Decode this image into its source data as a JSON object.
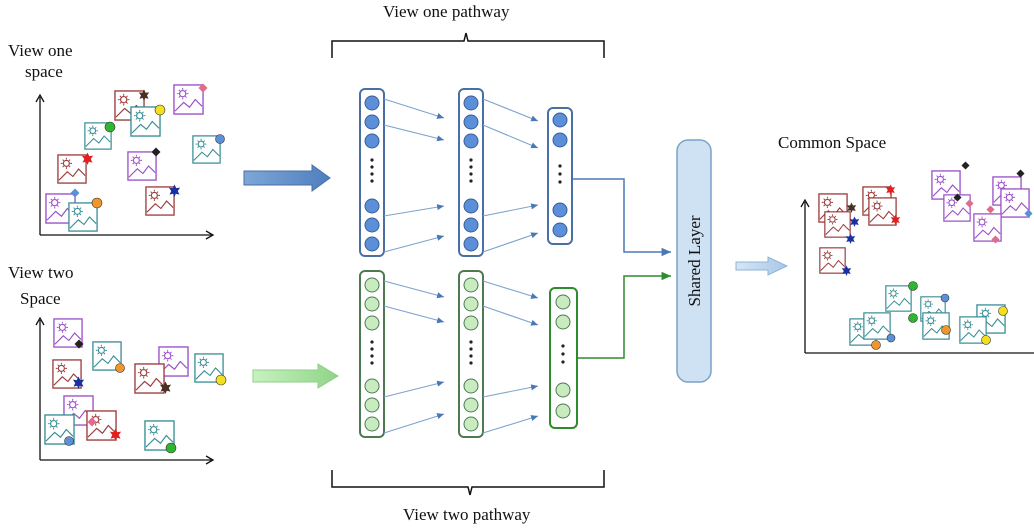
{
  "labels": {
    "view_one_pathway": "View one pathway",
    "view_two_pathway": "View two pathway",
    "view_one_space_line1": "View one",
    "view_one_space_line2": "space",
    "view_two_space_line1": "View two",
    "view_two_space_line2": "Space",
    "common_space": "Common Space",
    "shared_layer": "Shared Layer"
  },
  "colors": {
    "view_one_node_fill": "#5b8fd9",
    "view_one_border": "#4a6fa5",
    "view_two_node_fill": "#c8ecc0",
    "view_two_border": "#4e7a52",
    "view_two_last_border": "#2e8b2e",
    "shared_layer_fill": "#cfe2f3",
    "shared_layer_border": "#7aa2c8",
    "connector_blue": "#4a78b5",
    "connector_green": "#2e8b2e",
    "icon_red": "#9b3b3b",
    "icon_purple": "#9b4fc9",
    "icon_teal": "#3a8f96"
  },
  "icons": {
    "node": "circle-node-icon",
    "ellipsis": "vertical-dots-icon",
    "image_card": "image-card-icon",
    "marker_star": "star-marker-icon",
    "marker_diamond": "diamond-marker-icon",
    "marker_dot": "dot-marker-icon"
  }
}
